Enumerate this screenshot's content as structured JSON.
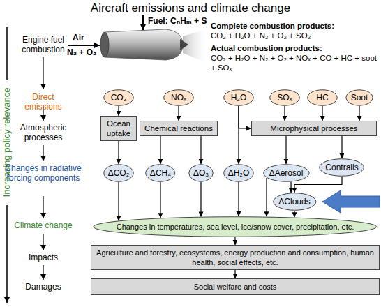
{
  "diagram": {
    "title": "Aircraft emissions and climate change",
    "nodes": [
      {
        "text": [
          "CO₂"
        ]
      },
      {
        "text": [
          "NOₓ"
        ]
      },
      {
        "text": [
          "H₂O"
        ]
      },
      {
        "text": [
          "SOₓ"
        ]
      },
      {
        "text": [
          "HC"
        ]
      },
      {
        "text": [
          "Soot"
        ]
      },
      {
        "text": [
          "Ocean uptake"
        ]
      },
      {
        "text": [
          "Chemical reactions"
        ]
      },
      {
        "text": [
          "Microphysical processes"
        ]
      },
      {
        "text": [
          "ΔCO₂"
        ]
      },
      {
        "text": [
          "ΔCH₄"
        ]
      },
      {
        "text": [
          "ΔO₃"
        ]
      },
      {
        "text": [
          "ΔH₂O"
        ]
      },
      {
        "text": [
          "ΔAerosol"
        ]
      },
      {
        "text": [
          "Contrails"
        ]
      },
      {
        "text": [
          "ΔClouds"
        ]
      },
      {
        "text": [
          "Changes in temperatures, sea level, ice/snow cover, precipitation, etc."
        ]
      },
      {
        "text": [
          "Agriculture and forestry, ecosystems, energy production and consumption, human health, social effects, etc."
        ]
      },
      {
        "text": [
          "Social welfare and costs"
        ]
      }
    ],
    "edges": [
      {
        "from": 0,
        "to": 6,
        "arrow": "to"
      },
      {
        "from": 1,
        "to": 7,
        "arrow": "to"
      },
      {
        "from": 2,
        "to": 8,
        "arrow": "to"
      },
      {
        "from": 3,
        "to": 8,
        "arrow": "to"
      },
      {
        "from": 4,
        "to": 8,
        "arrow": "to"
      },
      {
        "from": 5,
        "to": 8,
        "arrow": "to"
      },
      {
        "from": 6,
        "to": 9,
        "arrow": "to"
      },
      {
        "from": 7,
        "to": 10,
        "arrow": "to"
      },
      {
        "from": 7,
        "to": 11,
        "arrow": "to"
      },
      {
        "from": 2,
        "to": 12,
        "arrow": "to"
      },
      {
        "from": 8,
        "to": 13,
        "arrow": "to"
      },
      {
        "from": 8,
        "to": 14,
        "arrow": "to"
      },
      {
        "from": 13,
        "to": 15,
        "arrow": "to"
      },
      {
        "from": 14,
        "to": 15,
        "arrow": "to"
      },
      {
        "from": 9,
        "to": 16,
        "arrow": "to"
      },
      {
        "from": 10,
        "to": 16,
        "arrow": "to"
      },
      {
        "from": 11,
        "to": 16,
        "arrow": "to"
      },
      {
        "from": 12,
        "to": 16,
        "arrow": "to"
      },
      {
        "from": 13,
        "to": 16,
        "arrow": "to"
      },
      {
        "from": 15,
        "to": 16,
        "arrow": "to"
      },
      {
        "from": 16,
        "to": 17,
        "arrow": "to"
      },
      {
        "from": 17,
        "to": 18,
        "arrow": "to"
      }
    ],
    "labels": [
      "Increasing policy relevance",
      "Engine fuel combustion",
      "Direct emissions",
      "Atmospheric processes",
      "Changes in radiative forcing components",
      "Climate change",
      "Impacts",
      "Damages",
      "Air",
      "N₂ + O₂",
      "Fuel: CₙHₘ + S",
      "Complete combustion products:",
      "CO₂ + H₂O + N₂ + O₂ + SO₂",
      "Actual combustion products:",
      "CO₂ + H₂O + N₂ + O₂ + NOₓ + CO + HC + soot + SOₓ"
    ]
  }
}
